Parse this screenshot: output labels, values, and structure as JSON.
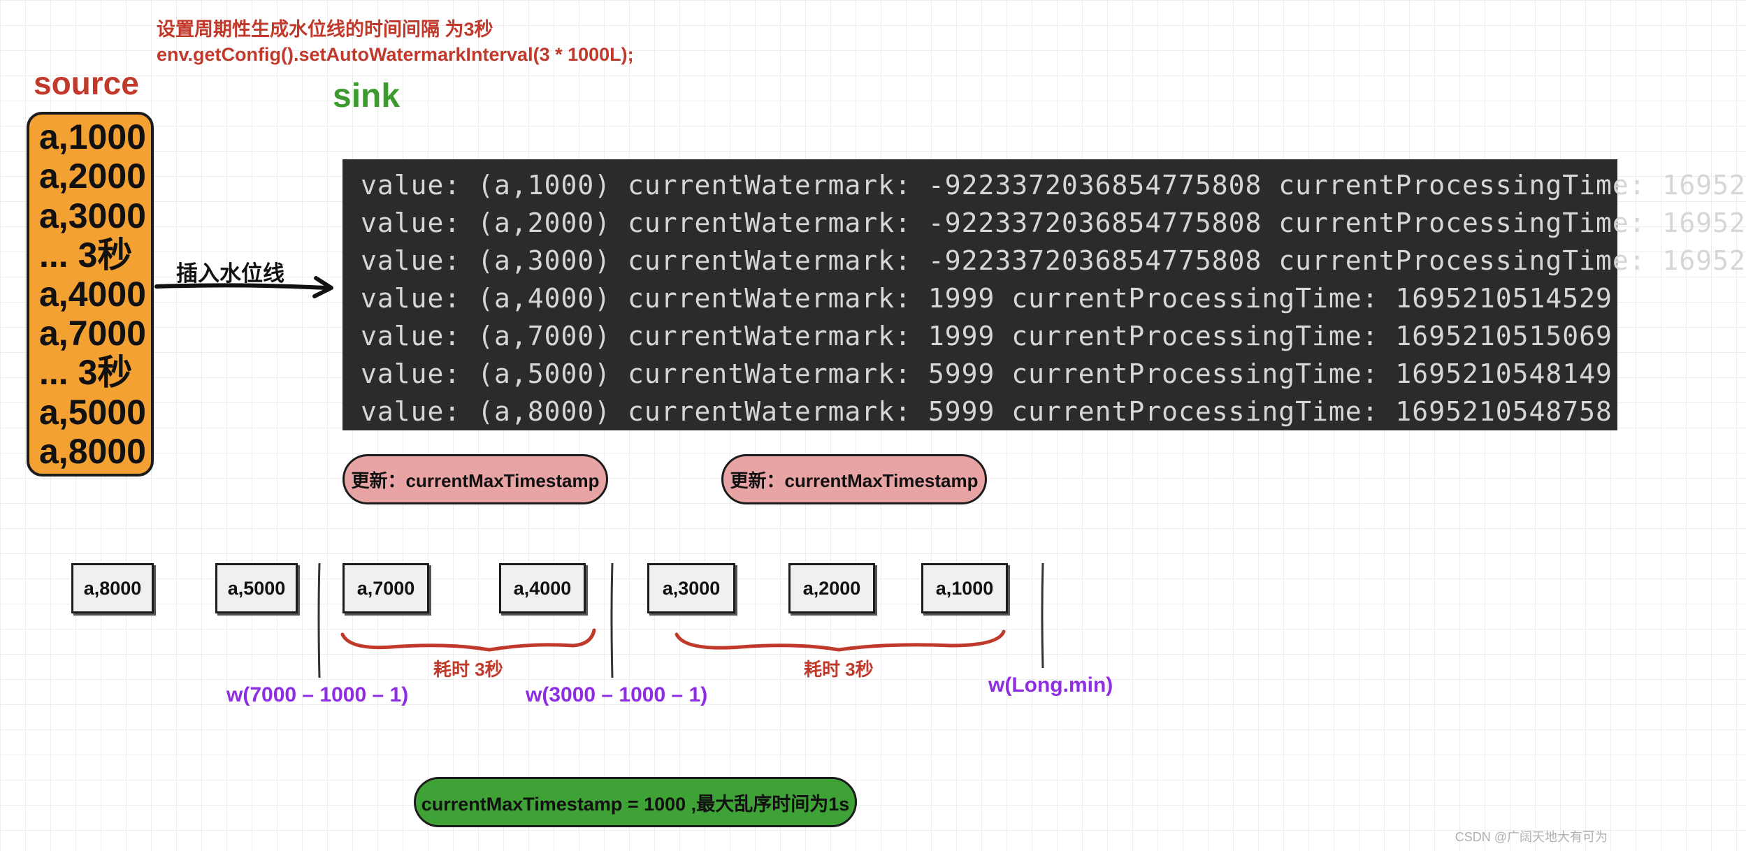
{
  "note": {
    "line1": "设置周期性生成水位线的时间间隔 为3秒",
    "line2": "env.getConfig().setAutoWatermarkInterval(3 * 1000L);"
  },
  "source": {
    "title": "source",
    "items": [
      "a,1000",
      "a,2000",
      "a,3000",
      "... 3秒",
      "a,4000",
      "a,7000",
      "... 3秒",
      "a,5000",
      "a,8000"
    ]
  },
  "arrow_label": "插入水位线",
  "sink": {
    "title": "sink",
    "lines": [
      "value: (a,1000) currentWatermark: -9223372036854775808 currentProcessingTime: 16952",
      "value: (a,2000) currentWatermark: -9223372036854775808 currentProcessingTime: 16952",
      "value: (a,3000) currentWatermark: -9223372036854775808 currentProcessingTime: 16952",
      "value: (a,4000) currentWatermark: 1999 currentProcessingTime: 1695210514529",
      "value: (a,7000) currentWatermark: 1999 currentProcessingTime: 1695210515069",
      "value: (a,5000) currentWatermark: 5999 currentProcessingTime: 1695210548149",
      "value: (a,8000) currentWatermark: 5999 currentProcessingTime: 1695210548758"
    ]
  },
  "update_labels": [
    "更新：currentMaxTimestamp",
    "更新：currentMaxTimestamp"
  ],
  "events": [
    "a,8000",
    "a,5000",
    "a,7000",
    "a,4000",
    "a,3000",
    "a,2000",
    "a,1000"
  ],
  "brace_labels": [
    "耗时 3秒",
    "耗时 3秒"
  ],
  "watermarks": [
    "w(7000 – 1000 – 1)",
    "w(3000 – 1000 – 1)",
    "w(Long.min)"
  ],
  "bottom_note": "currentMaxTimestamp = 1000 ,最大乱序时间为1s",
  "credit": "CSDN @广阔天地大有可为",
  "colors": {
    "accent_red": "#c0392b",
    "sink_green": "#3c9a2e",
    "source_orange": "#f4a134",
    "pill_pink": "#e8a4a4",
    "watermark_purple": "#8e2de2",
    "console_bg": "#2b2b2c"
  }
}
